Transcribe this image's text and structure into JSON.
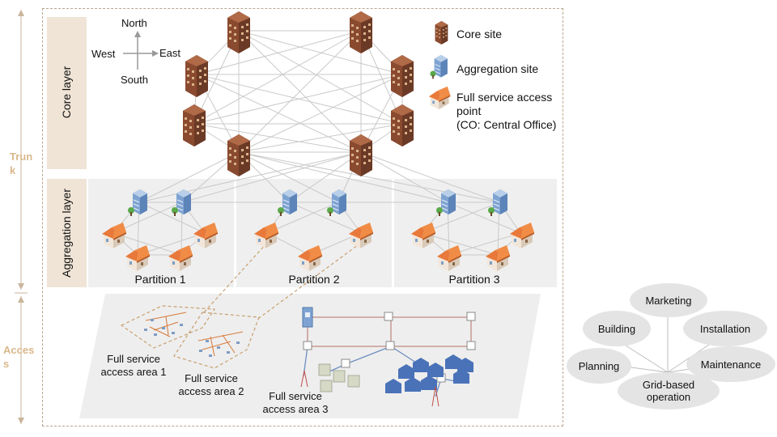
{
  "side_labels": {
    "trunk": "Trun\nk",
    "access": "Acces\ns"
  },
  "layers": {
    "core": "Core layer",
    "aggregation": "Aggregation layer"
  },
  "compass": {
    "north": "North",
    "south": "South",
    "west": "West",
    "east": "East"
  },
  "legend": {
    "core_site": "Core site",
    "aggregation_site": "Aggregation site",
    "full_service_line1": "Full service access",
    "full_service_line2": "point",
    "full_service_line3": "(CO: Central Office)"
  },
  "partitions": [
    "Partition 1",
    "Partition 2",
    "Partition 3"
  ],
  "access_areas": {
    "area1_line1": "Full service",
    "area1_line2": "access area 1",
    "area2_line1": "Full service",
    "area2_line2": "access area 2",
    "area3_line1": "Full service",
    "area3_line2": "access area 3"
  },
  "grid_ops": {
    "center_line1": "Grid-based",
    "center_line2": "operation",
    "marketing": "Marketing",
    "building": "Building",
    "installation": "Installation",
    "planning": "Planning",
    "maintenance": "Maintenance"
  },
  "colors": {
    "frame": "#b8a58e",
    "layer_label_bg": "#efe4d6",
    "side_label": "#d9b88c",
    "partition_bg": "#efefef",
    "bubble": "#e4e4e4",
    "building_brick": "#8a4a2f",
    "roof_orange": "#e8793a",
    "agg_blue": "#6f95c7"
  }
}
